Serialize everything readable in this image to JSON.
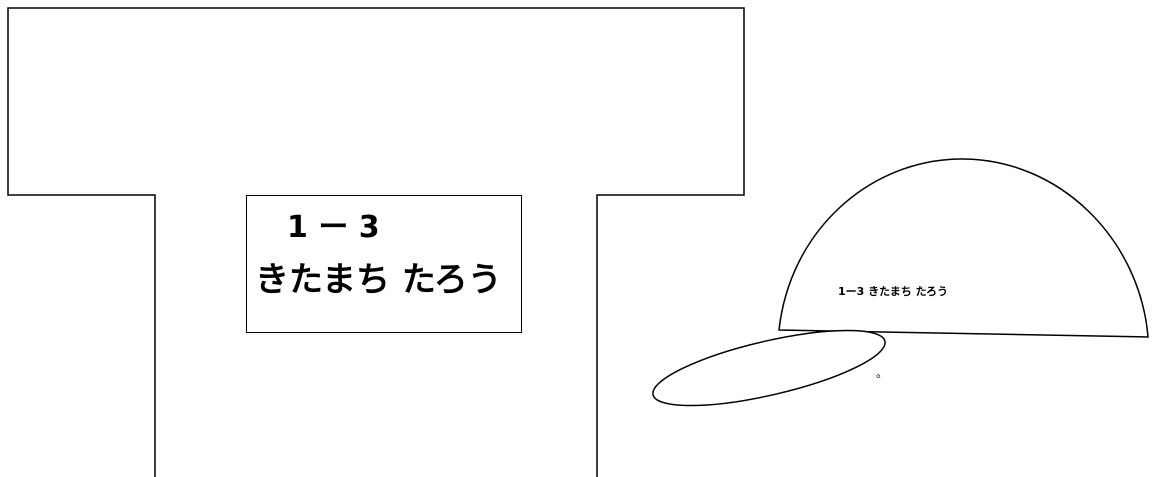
{
  "shirt": {
    "tag_number": "1 ー 3",
    "tag_name": "きたまち たろう"
  },
  "hat": {
    "label": "1ー3 きたまち たろう",
    "dot": "。"
  },
  "colors": {
    "stroke": "#000000",
    "background": "#ffffff"
  }
}
